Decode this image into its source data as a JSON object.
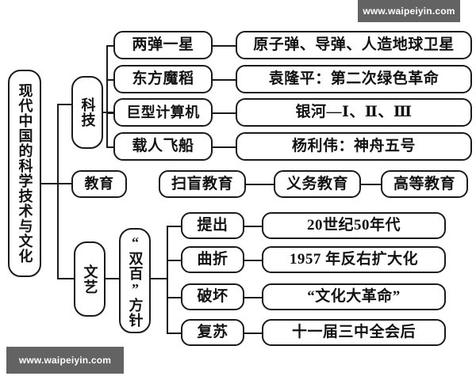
{
  "diagram": {
    "root": {
      "label": "现代中国的科学技术与文化"
    },
    "categories": {
      "tech": "科技",
      "education": "教育",
      "art": "文艺",
      "double_hundred": "“双百”方针"
    },
    "tech_rows": [
      {
        "label": "两弹一星",
        "detail": "原子弹、导弹、人造地球卫星"
      },
      {
        "label": "东方魔稻",
        "detail": "袁隆平：第二次绿色革命"
      },
      {
        "label": "巨型计算机",
        "detail": "银河—Ⅰ、Ⅱ、Ⅲ"
      },
      {
        "label": "载人飞船",
        "detail": "杨利伟：神舟五号"
      }
    ],
    "education_items": [
      {
        "label": "扫盲教育"
      },
      {
        "label": "义务教育"
      },
      {
        "label": "高等教育"
      }
    ],
    "art_rows": [
      {
        "label": "提出",
        "detail": "20世纪50年代"
      },
      {
        "label": "曲折",
        "detail": "1957 年反右扩大化"
      },
      {
        "label": "破坏",
        "detail": "“文化大革命”"
      },
      {
        "label": "复苏",
        "detail": "十一届三中全会后"
      }
    ]
  },
  "watermarks": {
    "top": "www.waipeiyin.com",
    "bottom": "www.waipeiyin.com"
  },
  "colors": {
    "line": "#1a1a1a",
    "text": "#111111",
    "background": "#ffffff",
    "watermark_bg": "#636363",
    "watermark_text": "#ffffff"
  }
}
